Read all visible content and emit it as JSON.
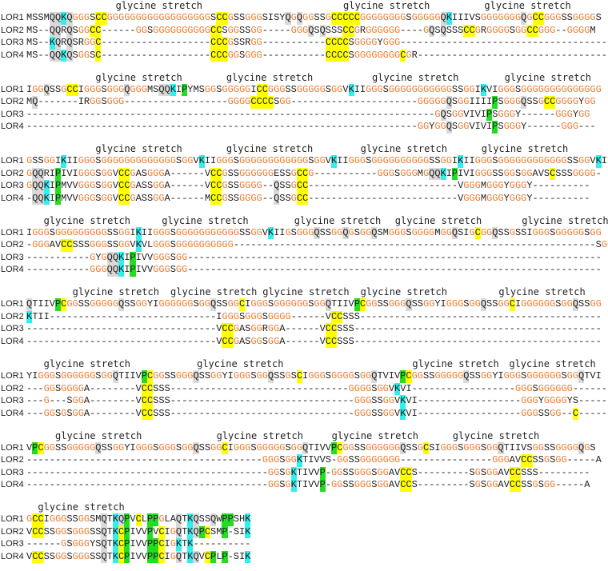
{
  "colors": {
    "glycine": "#ed7d31",
    "cysteine_highlight": "#ffff00",
    "lysine_highlight": "#33eeee",
    "proline_highlight": "#22dd22",
    "glutamine_highlight": "#d9d9d9"
  },
  "sequence_names": [
    "LOR1",
    "LOR2",
    "LOR3",
    "LOR4"
  ],
  "blocks": [
    {
      "labels": [
        "glycine stretch",
        "glycine stretch",
        "glycine stretch"
      ],
      "rows": [
        "MSSMQQKQGGGSCCGGGGGGGGGGGGGGGGGGSCCGSSGGGSISYQGQGGSSGCCCCCGGGGGGGGSGGGGGQKIIIVSGGGGGGGQGCCGGGSSGGGGS",
        "MS--QQRQSGGCC------GGSGGGGGGGGGGCCSGGSSGG-----GGGQSQSSSCCGRGGGGGG----GQSQSSSCCGRGGGGSGGCCGGG--GGGGM",
        "MS--KQRQSRGGC-------------------CCCGSSRGG-----------CCCCSGGGGYGGG------------------------------------",
        "MS--QQKQSGGSC-------------------CCCGGSGGG-----------CCCCSGGGGGGGGCGR---------------------------------"
      ]
    },
    {
      "labels": [
        "glycine stretch",
        "glycine stretch",
        "glycine stretch",
        "glycine stretch"
      ],
      "rows": [
        "IGGQSSGCCIGGGSGGGQGGGMSQQKIPYMSGGSGGGGGICCGGGSSGGGGGSGGVKIIGGGSGGGGGGGGGGGSSGGIKVIGGGSGGGGGGGGGGGGGG",
        "MQ-------IRGGSGGG------------------GGGGCCCCSGG----------------------GGGGGQSGGIIIIPSGGGQSSGCCGGGGYGG",
        "-----------------------------------------------------------------------GQSGGVIVIPSGGGY------GGGYGG",
        "--------------------------------------------------------------------GGYGGQSGGVIVIPSGGGY------GGG---"
      ]
    },
    {
      "labels": [
        "glycine stretch",
        "glycine stretch",
        "glycine stretch",
        "glycine stretch"
      ],
      "rows": [
        "GSSGGIKIIGGGSGGGGGGGGGGGGGSGGVKIIGGGSGGGGGGGGGGGGSGGVKIIGGGSGGGGGGGGGGSSGGIKIIGGGSGGGGGGGGGGGGSSGGVKI",
        "GQQRIPIVIGGGSGGVCCGASGGGA------VCCGSSGGGGGGESSGCCG-----------GGGSGGGMGQQKIPIVIGGGSSGGSGGAVSCSSSGGGG-",
        "GQQKIPMVVGGGSGGVCCGASSGGA------VCCGSSGGGG--QSSGCC--------------------------VGGGMGGGYGGGY----------",
        "-QQKIPMVVGGGSGGVCCGASSGGA------MCCGSSGGGG--QSSGCC--------------------------VGGGMGGGYGGGY----------"
      ]
    },
    {
      "labels": [
        "glycine stretch",
        "glycine stretch",
        "glycine stretch",
        "glycine stretch",
        "glycine stretch"
      ],
      "rows": [
        "IGGGSGGGGGGGGGSSGGIKIIGGGSGGGGGGGGGGGSSGGVKIIGSGGGQSSGGQGSGGQSMGGGSGGGGMGGQSIGCGGQSSGSSIGGGSGGGGGSGG",
        "-GGGAVCCSSSGGGSSGGVKVLGGGSGGGGGGGGGG---------------------------------------------------------------SGG",
        "-----------GYGQQKIPIVVGGGSGG------------------------------------------------------------------------",
        "-----------GGGQQKIPIVVGGGSGG------------------------------------------------------------------------"
      ]
    },
    {
      "labels": [
        "glycine stretch",
        "glycine stretch",
        "glycine stretch",
        "glycine stretch",
        "glycine stretch"
      ],
      "rows": [
        "QTIIVPCGGSSGGGGGQSSGGYIGGGGGGSGGQSSGGCIGGGSGGGGGGSGGQTIIVPCGGSSGGGQSSGGYIGGGSGGQSSGGCIGGGGGGSGGQSSGG",
        "KTII-----------------------------IGGGSGGGSGGGG------VCCSSS------------------------------------------",
        "---------------------------------VCCGASGGRGGA------VCCSSS-------------------------------------------",
        "---------------------------------VCCGASGGSGGA------VCCSSS-------------------------------------------"
      ]
    },
    {
      "labels": [
        "glycine stretch",
        "glycine stretch",
        "glycine stretch",
        "glycine stretch"
      ],
      "rows": [
        "YIGGGSGGGGGGSGGQTIIVPCGGSSGGGQSSGGYIGGGSGGQSSGSCIGGGSGGGGSGGQTVIVPCGGSSGGGGGQSSGGYIGGGSGGGGGGSGGQTVI",
        "---GGSGGGGA--------VCCSSS-------------------------------GGGGSGGVKVI------------------GGGSGGGGGG-------",
        "---G---SGGA--------VCCSSS--------------------------------GGGSSGGVKVI------------------GGGYGGGGYS-------",
        "---GGSGSGGA--------VCCSSS--------------------------------GGGSSGGVKVI------------------GGGSSGG--C-------"
      ]
    },
    {
      "labels": [
        "glycine stretch",
        "glycine stretch",
        "glycine stretch",
        "glycine stretch"
      ],
      "rows": [
        "VPCGGSSGGGGGQSSGGYIGGGSGGGSGGQSSGGCIGGGSGGGGGSGGQTIVVPCGGSSGGGGGGQSSGCSIGGGSGGGSGGQTIIVSGGSSGGGGQGS",
        "-----------------------------------------GGGSGGKTIVVS-GGSSGGGGGGG----------------GGGAVCCSSGSGG-----A",
        "------------------------------------------GGSGKTIVVP-GGSSGGGSGGAVCCS---------SGSGGAVCCSSS---------",
        "------------------------------------------GGSGKTIVVP-GGSSGGGSGGAVCCS---------SGSGGAVCCSSGSGG-----A"
      ]
    },
    {
      "labels": [
        "glycine stretch"
      ],
      "rows": [
        "GCCIGGGSSGGSMQTKQPVCLPPGLAQTKQSSQWPPSHK",
        "VCCSSGGSGGGSSQTKCPIVVPVCIGQTKQPCSMP-SIK",
        "------GSGGGYSQTKCPIVVPPCIGKTK----------",
        "VCCSSGGSGGGSSQTKCPIVVPPCIGQTKQVCPLP-SIK"
      ]
    }
  ]
}
